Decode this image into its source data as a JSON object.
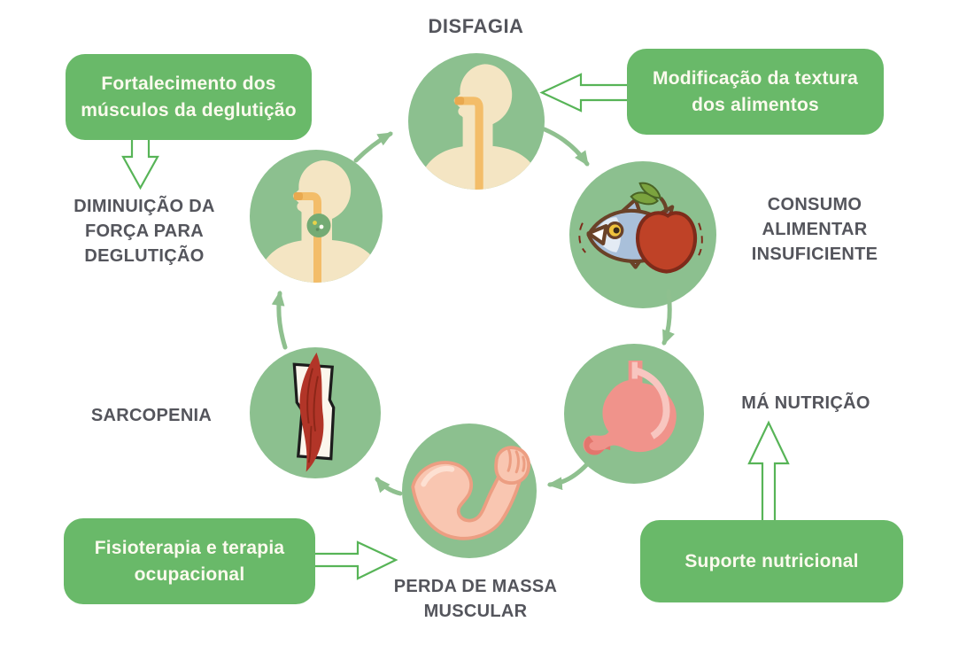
{
  "title": "DISFAGIA",
  "nodes": {
    "disfagia": {
      "label": "DISFAGIA",
      "icon": "head-throat-icon"
    },
    "consumo": {
      "label": "CONSUMO\nALIMENTAR\nINSUFICIENTE",
      "icon": "fish-apple-icon"
    },
    "ma_nutricao": {
      "label": "MÁ NUTRIÇÃO",
      "icon": "stomach-icon"
    },
    "perda": {
      "label": "PERDA DE MASSA\nMUSCULAR",
      "icon": "flexed-arm-icon"
    },
    "sarcopenia": {
      "label": "SARCOPENIA",
      "icon": "muscle-fiber-icon"
    },
    "diminuicao": {
      "label": "DIMINUIÇÃO DA\nFORÇA PARA\nDEGLUTIÇÃO",
      "icon": "head-throat-bolus-icon"
    }
  },
  "boxes": {
    "fortalecimento": {
      "label": "Fortalecimento dos\nmúsculos da deglutição"
    },
    "modificacao": {
      "label": "Modificação da textura\ndos alimentos"
    },
    "fisioterapia": {
      "label": "Fisioterapia e terapia\nocupacional"
    },
    "suporte": {
      "label": "Suporte nutricional"
    }
  },
  "colors": {
    "circle_green": "#8cc08f",
    "box_green": "#69b969",
    "box_text": "#fcfaee",
    "label_text": "#54555c",
    "arrow_green": "#8fc08f",
    "hollow_arrow_stroke": "#57b457",
    "skin": "#f4e5c3",
    "esophagus_orange": "#f3bd69",
    "mouth_orange": "#e9a94f",
    "bolus_green": "#74ab74",
    "fish_blue": "#a9c0da",
    "fish_outline": "#6a4228",
    "apple_red": "#bf4227",
    "apple_outline": "#7e2b1a",
    "leaf_green": "#7ba33e",
    "stomach_pink": "#f0938b",
    "stomach_light": "#f8c6c0",
    "stomach_dark": "#e2766d",
    "arm_skin": "#f9c6b1",
    "arm_outline": "#ec9e82",
    "muscle_red": "#b23528",
    "frame_black": "#1c1c1c"
  }
}
